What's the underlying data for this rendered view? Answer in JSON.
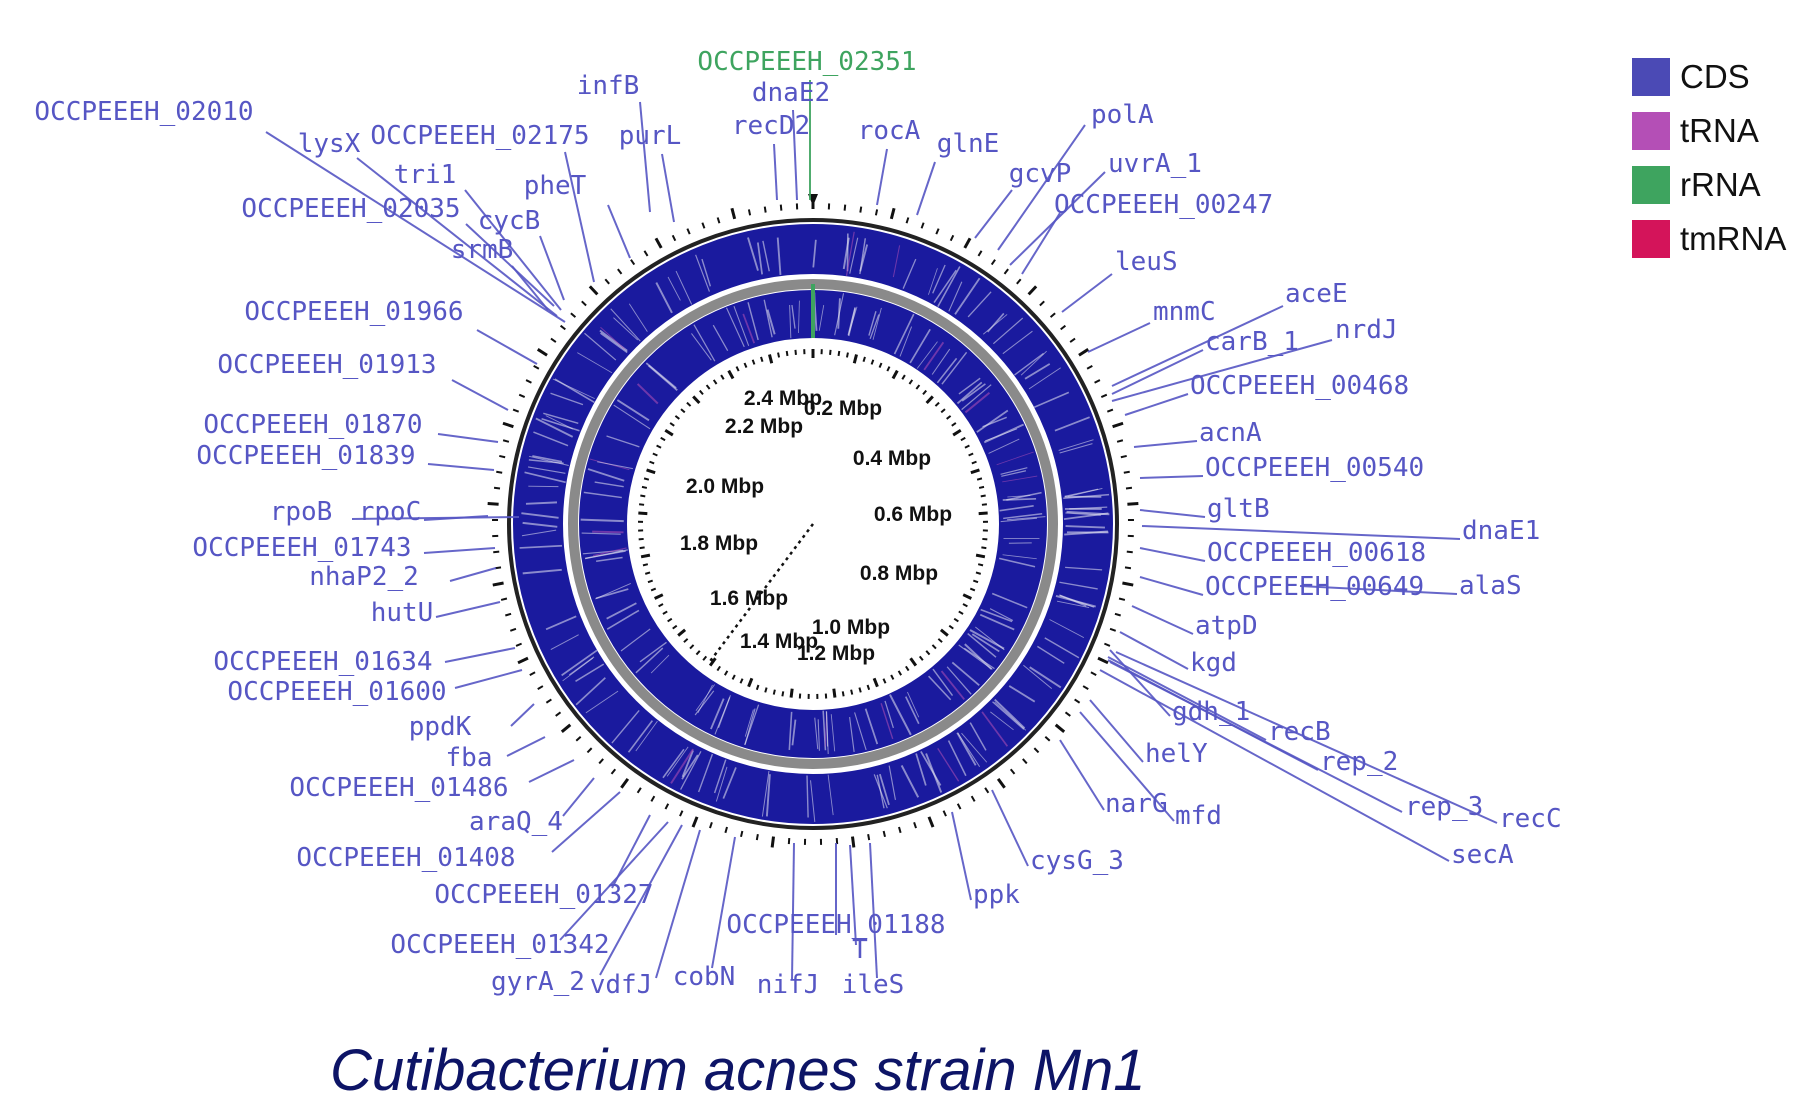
{
  "title": "Cutibacterium acnes strain Mn1",
  "colors": {
    "cds": "#4b4ab5",
    "trna": "#b44fb6",
    "rrna": "#3ea45f",
    "tmrna": "#d4145a",
    "gene_dark": "#1a1a9e",
    "label": "#5656c4",
    "title": "#0d1466"
  },
  "legend": [
    {
      "label": "CDS",
      "color": "#4b4ab5"
    },
    {
      "label": "tRNA",
      "color": "#b44fb6"
    },
    {
      "label": "rRNA",
      "color": "#3ea45f"
    },
    {
      "label": "tmRNA",
      "color": "#d4145a"
    }
  ],
  "scale_labels": [
    {
      "label": "0.2 Mbp",
      "mbp": 0.2
    },
    {
      "label": "0.4 Mbp",
      "mbp": 0.4
    },
    {
      "label": "0.6 Mbp",
      "mbp": 0.6
    },
    {
      "label": "0.8 Mbp",
      "mbp": 0.8
    },
    {
      "label": "1.0 Mbp",
      "mbp": 1.0
    },
    {
      "label": "1.2 Mbp",
      "mbp": 1.2
    },
    {
      "label": "1.4 Mbp",
      "mbp": 1.4
    },
    {
      "label": "1.6 Mbp",
      "mbp": 1.6
    },
    {
      "label": "1.8 Mbp",
      "mbp": 1.8
    },
    {
      "label": "2.0 Mbp",
      "mbp": 2.0
    },
    {
      "label": "2.2 Mbp",
      "mbp": 2.2
    },
    {
      "label": "2.4 Mbp",
      "mbp": 2.4
    }
  ],
  "genes": [
    {
      "name": "OCCPEEEH_02351",
      "type": "rRNA"
    },
    {
      "name": "dnaE2",
      "type": "CDS"
    },
    {
      "name": "recD2",
      "type": "CDS"
    },
    {
      "name": "rocA",
      "type": "CDS"
    },
    {
      "name": "glnE",
      "type": "CDS"
    },
    {
      "name": "gcvP",
      "type": "CDS"
    },
    {
      "name": "polA",
      "type": "CDS"
    },
    {
      "name": "uvrA_1",
      "type": "CDS"
    },
    {
      "name": "OCCPEEEH_00247",
      "type": "CDS"
    },
    {
      "name": "leuS",
      "type": "CDS"
    },
    {
      "name": "mnmC",
      "type": "CDS"
    },
    {
      "name": "aceE",
      "type": "CDS"
    },
    {
      "name": "carB_1",
      "type": "CDS"
    },
    {
      "name": "nrdJ",
      "type": "CDS"
    },
    {
      "name": "OCCPEEEH_00468",
      "type": "CDS"
    },
    {
      "name": "acnA",
      "type": "CDS"
    },
    {
      "name": "OCCPEEEH_00540",
      "type": "CDS"
    },
    {
      "name": "gltB",
      "type": "CDS"
    },
    {
      "name": "dnaE1",
      "type": "CDS"
    },
    {
      "name": "OCCPEEEH_00618",
      "type": "CDS"
    },
    {
      "name": "OCCPEEEH_00649",
      "type": "CDS"
    },
    {
      "name": "alaS",
      "type": "CDS"
    },
    {
      "name": "atpD",
      "type": "CDS"
    },
    {
      "name": "kgd",
      "type": "CDS"
    },
    {
      "name": "gdh_1",
      "type": "CDS"
    },
    {
      "name": "recB",
      "type": "CDS"
    },
    {
      "name": "rep_2",
      "type": "CDS"
    },
    {
      "name": "recC",
      "type": "CDS"
    },
    {
      "name": "rep_3",
      "type": "CDS"
    },
    {
      "name": "secA",
      "type": "CDS"
    },
    {
      "name": "helY",
      "type": "CDS"
    },
    {
      "name": "mfd",
      "type": "CDS"
    },
    {
      "name": "narG",
      "type": "CDS"
    },
    {
      "name": "cysG_3",
      "type": "CDS"
    },
    {
      "name": "ppk",
      "type": "CDS"
    },
    {
      "name": "ileS",
      "type": "CDS"
    },
    {
      "name": "T",
      "type": "CDS"
    },
    {
      "name": "OCCPEEEH_01188",
      "type": "CDS"
    },
    {
      "name": "nifJ",
      "type": "CDS"
    },
    {
      "name": "cobN",
      "type": "CDS"
    },
    {
      "name": "vdfJ",
      "type": "CDS"
    },
    {
      "name": "gyrA_2",
      "type": "CDS"
    },
    {
      "name": "OCCPEEEH_01342",
      "type": "CDS"
    },
    {
      "name": "OCCPEEEH_01327",
      "type": "CDS"
    },
    {
      "name": "OCCPEEEH_01408",
      "type": "CDS"
    },
    {
      "name": "araQ_4",
      "type": "CDS"
    },
    {
      "name": "OCCPEEEH_01486",
      "type": "CDS"
    },
    {
      "name": "fba",
      "type": "CDS"
    },
    {
      "name": "ppdK",
      "type": "CDS"
    },
    {
      "name": "OCCPEEEH_01600",
      "type": "CDS"
    },
    {
      "name": "OCCPEEEH_01634",
      "type": "CDS"
    },
    {
      "name": "hutU",
      "type": "CDS"
    },
    {
      "name": "nhaP2_2",
      "type": "CDS"
    },
    {
      "name": "OCCPEEEH_01743",
      "type": "CDS"
    },
    {
      "name": "rpoB",
      "type": "CDS"
    },
    {
      "name": "rpoC",
      "type": "CDS"
    },
    {
      "name": "OCCPEEEH_01839",
      "type": "CDS"
    },
    {
      "name": "OCCPEEEH_01870",
      "type": "CDS"
    },
    {
      "name": "OCCPEEEH_01913",
      "type": "CDS"
    },
    {
      "name": "OCCPEEEH_01966",
      "type": "CDS"
    },
    {
      "name": "srmB",
      "type": "CDS"
    },
    {
      "name": "OCCPEEEH_02035",
      "type": "CDS"
    },
    {
      "name": "cycB",
      "type": "CDS"
    },
    {
      "name": "tri1",
      "type": "CDS"
    },
    {
      "name": "lysX",
      "type": "CDS"
    },
    {
      "name": "OCCPEEEH_02010",
      "type": "CDS"
    },
    {
      "name": "OCCPEEEH_02175",
      "type": "CDS"
    },
    {
      "name": "pheT",
      "type": "CDS"
    },
    {
      "name": "purL",
      "type": "CDS"
    },
    {
      "name": "infB",
      "type": "CDS"
    }
  ]
}
